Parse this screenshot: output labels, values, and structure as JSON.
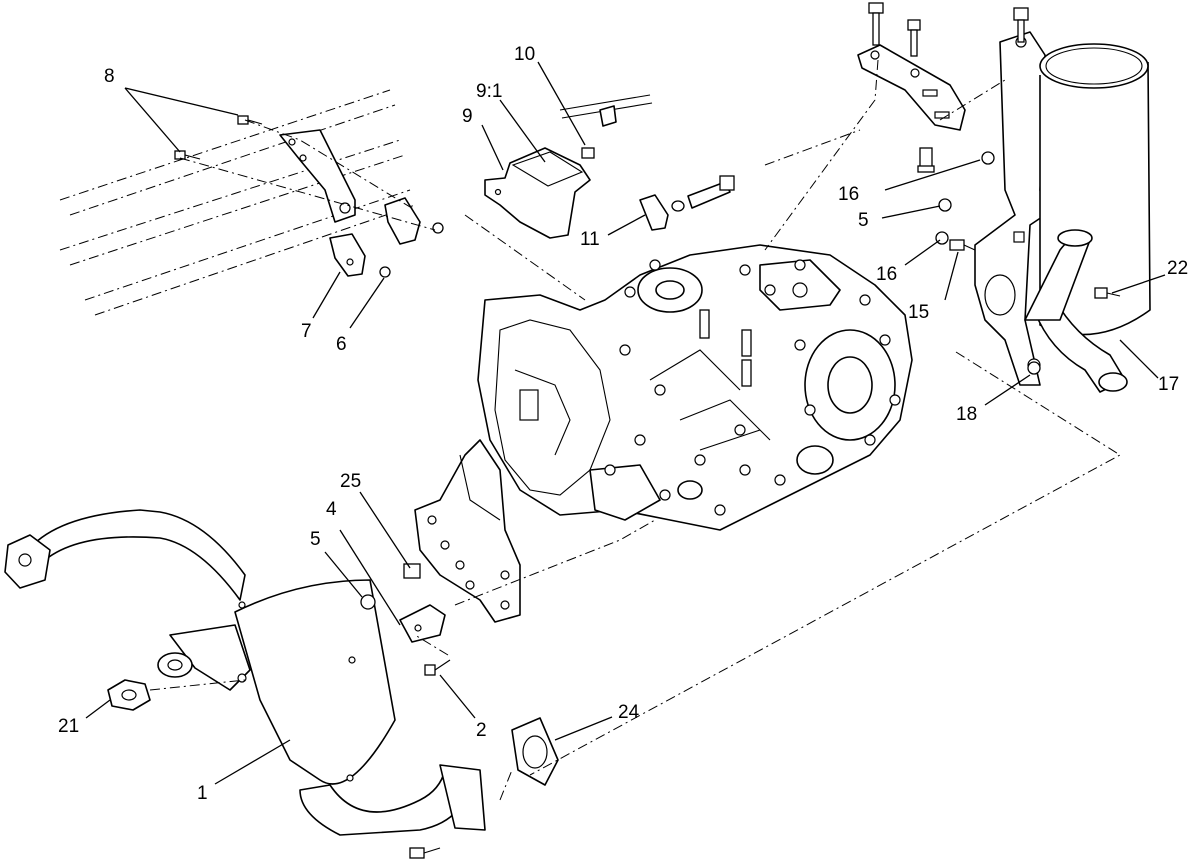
{
  "diagram": {
    "callouts": [
      "8",
      "10",
      "9:1",
      "9",
      "11",
      "16",
      "5",
      "16",
      "22",
      "15",
      "17",
      "18",
      "7",
      "6",
      "25",
      "4",
      "5",
      "2",
      "21",
      "24",
      "1"
    ]
  }
}
